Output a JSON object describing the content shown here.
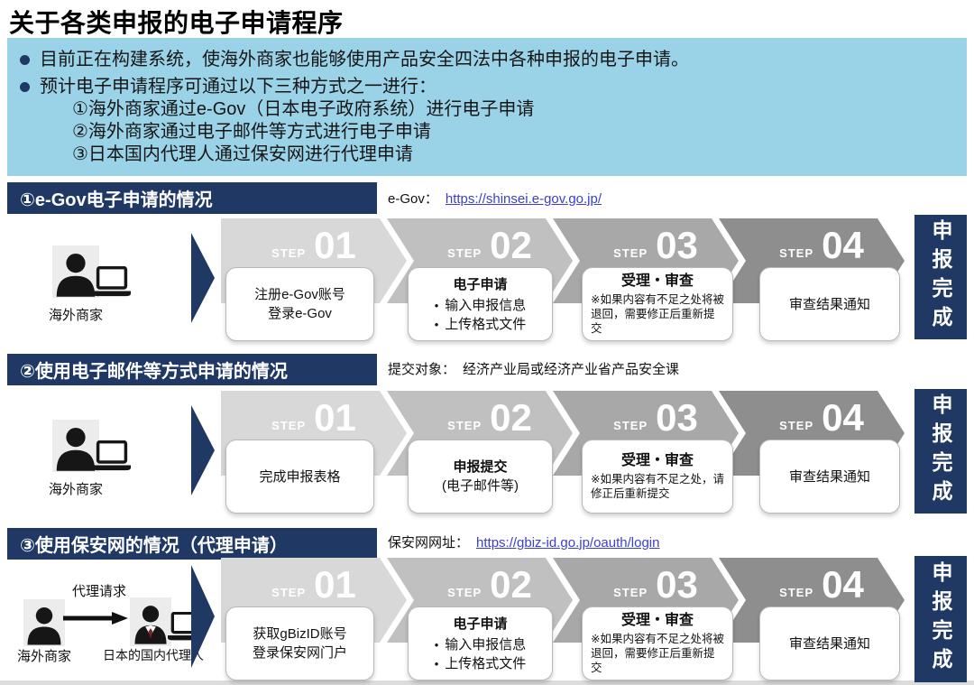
{
  "title": "关于各类申报的电子申请程序",
  "glyphs": {
    "bullet": "•"
  },
  "colors": {
    "navy": "#1f3864",
    "light_blue": "#9ad3e8",
    "link_blue": "#3a3fd0",
    "chevron_step1": "#d8d8d8",
    "chevron_step2": "#c0c0c0",
    "chevron_step3": "#a8a8a8",
    "chevron_step4": "#8e8e8e"
  },
  "intro": {
    "bullets": [
      "目前正在构建系统，使海外商家也能够使用产品安全四法中各种申报的电子申请。",
      "预计电子申请程序可通过以下三种方式之一进行："
    ],
    "numbered_items": [
      "①海外商家通过e-Gov（日本电子政府系统）进行电子申请",
      "②海外商家通过电子邮件等方式进行电子申请",
      "③日本国内代理人通过保安网进行代理申请"
    ]
  },
  "sections": [
    {
      "header": "①e-Gov电子申请的情况",
      "info": {
        "label": "e-Gov：",
        "link": "https://shinsei.e-gov.go.jp/"
      },
      "actors": [
        {
          "label": "海外商家"
        }
      ],
      "steps": [
        {
          "label": "STEP",
          "number": "01",
          "box": {
            "lines": [
              "注册e-Gov账号",
              "登录e-Gov"
            ]
          }
        },
        {
          "label": "STEP",
          "number": "02",
          "box": {
            "title": "电子申请",
            "bullets": [
              "输入申报信息",
              "上传格式文件"
            ]
          }
        },
        {
          "label": "STEP",
          "number": "03",
          "box": {
            "title": "受理・审查",
            "note": "※如果内容有不足之处将被退回，需要修正后重新提交"
          }
        },
        {
          "label": "STEP",
          "number": "04",
          "box": {
            "lines": [
              "审查结果通知"
            ]
          }
        }
      ],
      "result": "申报完成"
    },
    {
      "header": "②使用电子邮件等方式申请的情况",
      "info": {
        "label": "提交对象：",
        "text": "经济产业局或经济产业省产品安全课"
      },
      "actors": [
        {
          "label": "海外商家"
        }
      ],
      "steps": [
        {
          "label": "STEP",
          "number": "01",
          "box": {
            "lines": [
              "完成申报表格"
            ]
          }
        },
        {
          "label": "STEP",
          "number": "02",
          "box": {
            "title": "申报提交",
            "lines": [
              "(电子邮件等)"
            ]
          }
        },
        {
          "label": "STEP",
          "number": "03",
          "box": {
            "title": "受理・审查",
            "note": "※如果内容有不足之处，请修正后重新提交"
          }
        },
        {
          "label": "STEP",
          "number": "04",
          "box": {
            "lines": [
              "审查结果通知"
            ]
          }
        }
      ],
      "result": "申报完成"
    },
    {
      "header": "③使用保安网的情况（代理申请）",
      "info": {
        "label": "保安网网址：",
        "link": "https://gbiz-id.go.jp/oauth/login"
      },
      "relay_label": "代理请求",
      "actors": [
        {
          "label": "海外商家"
        },
        {
          "label": "日本的国内代理人"
        }
      ],
      "steps": [
        {
          "label": "STEP",
          "number": "01",
          "box": {
            "lines": [
              "获取gBizID账号",
              "登录保安网门户"
            ]
          }
        },
        {
          "label": "STEP",
          "number": "02",
          "box": {
            "title": "电子申请",
            "bullets": [
              "输入申报信息",
              "上传格式文件"
            ]
          }
        },
        {
          "label": "STEP",
          "number": "03",
          "box": {
            "title": "受理・审查",
            "note": "※如果内容有不足之处将被退回，需要修正后重新提交"
          }
        },
        {
          "label": "STEP",
          "number": "04",
          "box": {
            "lines": [
              "审查结果通知"
            ]
          }
        }
      ],
      "result": "申报完成"
    }
  ]
}
